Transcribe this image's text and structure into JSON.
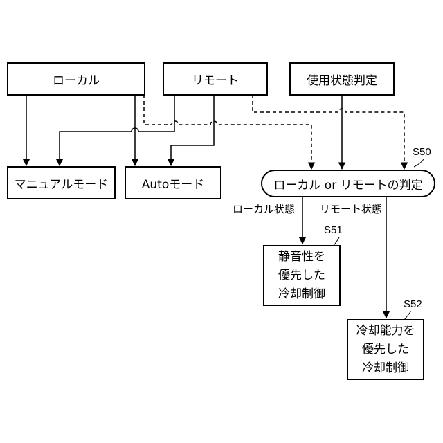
{
  "nodes": {
    "local": "ローカル",
    "remote": "リモート",
    "usage_judgment": "使用状態判定",
    "manual_mode": "マニュアルモード",
    "auto_mode": "Autoモード",
    "decision": "ローカル or リモートの判定",
    "quiet_control": [
      "静音性を",
      "優先した",
      "冷却制御"
    ],
    "capacity_control": [
      "冷却能力を",
      "優先した",
      "冷却制御"
    ]
  },
  "edge_labels": {
    "local_state": "ローカル状態",
    "remote_state": "リモート状態"
  },
  "step_labels": {
    "s50": "S50",
    "s51": "S51",
    "s52": "S52"
  }
}
